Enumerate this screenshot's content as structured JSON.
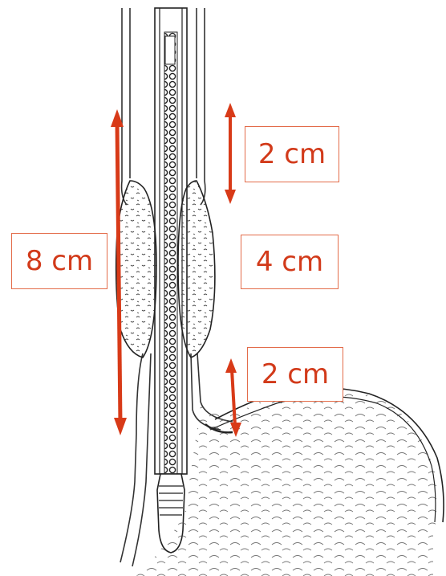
{
  "labels": {
    "upper_segment": "2 cm",
    "total_length": "8 cm",
    "middle_segment": "4 cm",
    "lower_segment": "2 cm"
  },
  "colors": {
    "arrow": "#d83a18",
    "label_text": "#d23a1a",
    "label_border": "#e36c4a",
    "line_art": "#333333"
  }
}
